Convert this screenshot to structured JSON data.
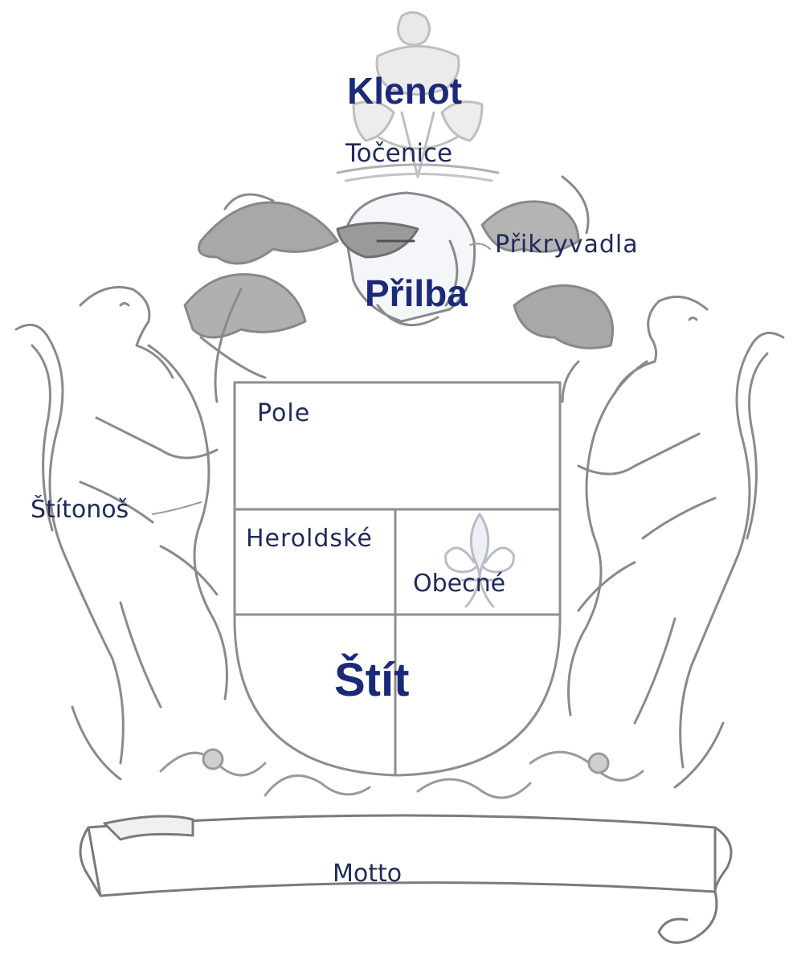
{
  "labels": {
    "klenot": "Klenot",
    "tocenice": "Točenice",
    "prikryvadla": "Přikryvadla",
    "prilba": "Přilba",
    "pole": "Pole",
    "stitonos": "Štítonoš",
    "heroldske": "Heroldské",
    "obecne": "Obecné",
    "stit": "Štít",
    "motto": "Motto"
  },
  "colors": {
    "label_dark": "#1b2a78",
    "label_text": "#1e2a5a",
    "line_art": "#8a8a8a",
    "shade": "#a8a8a8",
    "background": "#ffffff"
  }
}
